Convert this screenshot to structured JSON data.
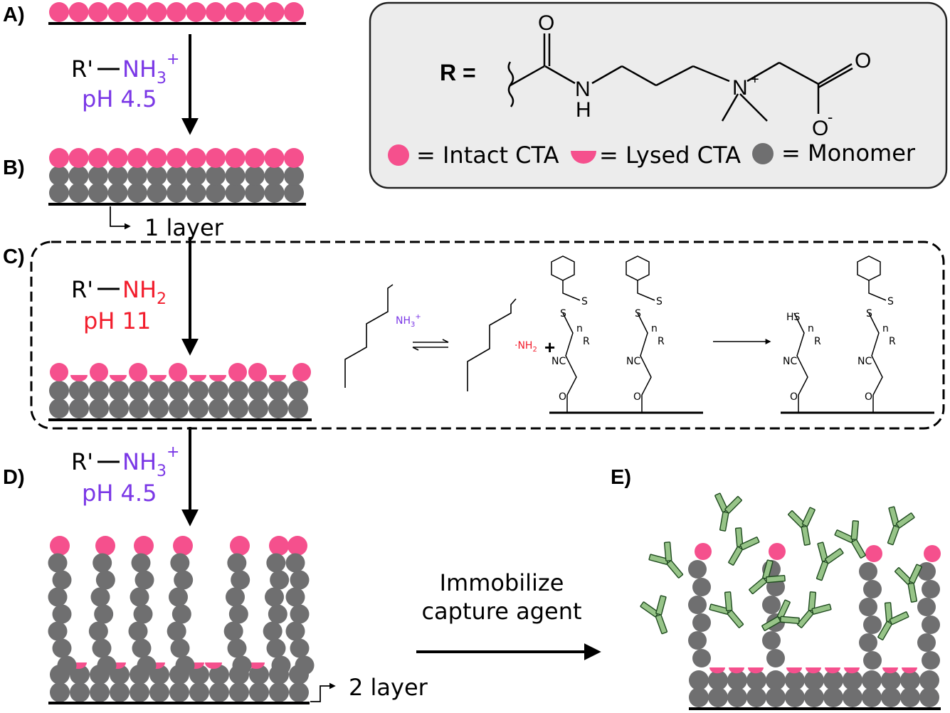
{
  "colors": {
    "intact": "#f5508d",
    "monomer": "#6f6f70",
    "blue": "#7a37e6",
    "red": "#f21d2c",
    "antibody_fill": "#97c488",
    "antibody_stroke": "#1e4a1e",
    "legend_bg": "#ececec"
  },
  "labels": {
    "A": "A)",
    "B": "B)",
    "C": "C)",
    "D": "D)",
    "E": "E)"
  },
  "step1": {
    "reagent": "R'",
    "amine": "NH",
    "sub": "3",
    "sup": "+",
    "ph": "pH 4.5"
  },
  "step2": {
    "reagent": "R'",
    "amine": "NH",
    "sub": "2",
    "ph": "pH 11"
  },
  "step3": {
    "reagent": "R'",
    "amine": "NH",
    "sub": "3",
    "sup": "+",
    "ph": "pH 4.5"
  },
  "layer1": "1 layer",
  "layer2": "2 layer",
  "legend": {
    "r_label": "R =",
    "atoms": {
      "O1": "O",
      "NH_N": "N",
      "NH_H": "H",
      "N": "N",
      "Nplus": "+",
      "O2": "O",
      "Ominus": "O",
      "minus": "-"
    },
    "intact": "= Intact CTA",
    "lysed": "= Lysed CTA",
    "monomer": "= Monomer"
  },
  "reaction": {
    "nh3": "NH",
    "nh3_sub": "3",
    "nh3_sup": "+",
    "nh2": "NH",
    "nh2_sub": "2",
    "nh2_dot": "·",
    "plus": "+",
    "S": "S",
    "n": "n",
    "R": "R",
    "NC": "NC",
    "O": "O",
    "HS": "HS"
  },
  "immobilize": {
    "line1": "Immobilize",
    "line2": "capture agent"
  }
}
